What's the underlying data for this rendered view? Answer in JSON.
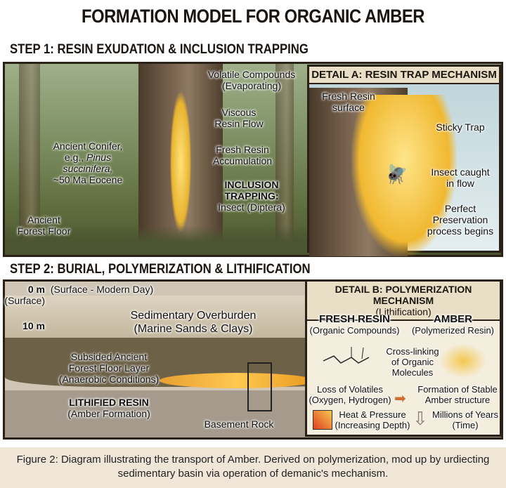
{
  "title": "FORMATION MODEL FOR ORGANIC AMBER",
  "step1": {
    "heading": "STEP 1: RESIN EXUDATION & INCLUSION TRAPPING",
    "labels": {
      "volatile": "Volatile Compounds",
      "volatile2": "(Evaporating)",
      "viscous": "Viscous",
      "viscous2": "Resin Flow",
      "fresh": "Fresh Resin",
      "fresh2": "Accumulation",
      "inclusion": "INCLUSION",
      "inclusion2": "TRAPPING:",
      "inclusion3": "Insect (Diptera)",
      "conifer": "Ancient Conifer,",
      "conifer2": "e.g., ",
      "conifer_species": "Pinus succinifera,",
      "conifer3": "~50 Ma Eocene",
      "floor": "Ancient",
      "floor2": "Forest Floor"
    },
    "detailA": {
      "heading": "DETAIL A: RESIN TRAP MECHANISM",
      "surface": "Fresh Resin",
      "surface2": "surface",
      "sticky": "Sticky Trap",
      "caught": "Insect caught",
      "caught2": "in flow",
      "perfect": "Perfect",
      "perfect2": "Preservation",
      "perfect3": "process begins"
    }
  },
  "step2": {
    "heading": "STEP 2: BURIAL, POLYMERIZATION & LITHIFICATION",
    "depth0": "0 m",
    "surface": "(Surface)",
    "surface_modern": "(Surface - Modern Day)",
    "depth10": "10 m",
    "overburden": "Sedimentary Overburden",
    "overburden2": "(Marine Sands & Clays)",
    "subsided": "Subsided Ancient",
    "subsided2": "Forest Floor Layer",
    "subsided3": "(Anaerobic Conditions)",
    "lithified": "LITHIFIED RESIN",
    "lithified2": "(Amber Formation)",
    "basement": "Basement Rock",
    "detailB": {
      "heading": "DETAIL B: POLYMERIZATION MECHANISM",
      "subheading": "(Lithification)",
      "fresh": "FRESH RESIN",
      "fresh2": "(Organic Compounds)",
      "amber": "AMBER",
      "amber2": "(Polymerized Resin)",
      "cross": "Cross-linking",
      "cross2": "of Organic",
      "cross3": "Molecules",
      "loss": "Loss of Volatiles",
      "loss2": "(Oxygen, Hydrogen)",
      "formation": "Formation of Stable",
      "formation2": "Amber structure",
      "heat": "Heat & Pressure",
      "heat2": "(Increasing Depth)",
      "years": "Millions of Years",
      "years2": "(Time)"
    }
  },
  "caption": {
    "line1": "Figure 2: Diagram illustrating the transport of Amber. Derived on polymerization, mod up by urdiecting",
    "line2": "sedimentary basin via operation of demanic's mechanism."
  }
}
